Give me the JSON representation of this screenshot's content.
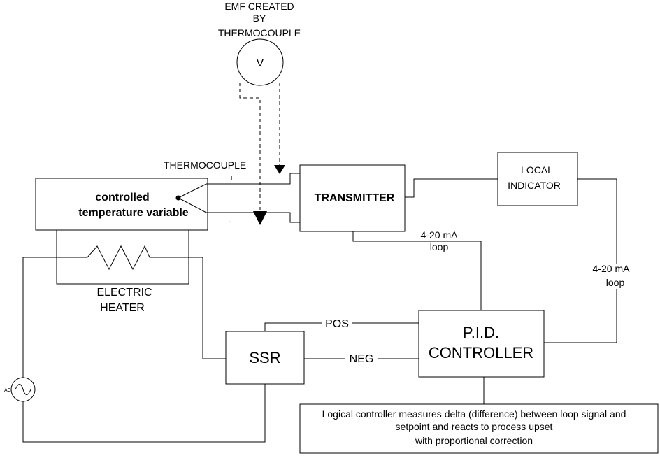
{
  "meter": {
    "label_lines": [
      "EMF CREATED",
      "BY",
      "THERMOCOUPLE"
    ],
    "symbol": "V"
  },
  "thermocouple": {
    "label": "THERMOCOUPLE",
    "plus": "+",
    "minus": "-"
  },
  "process_box": {
    "lines": [
      "controlled",
      "temperature variable"
    ]
  },
  "transmitter": {
    "label": "TRANSMITTER"
  },
  "local_indicator": {
    "lines": [
      "LOCAL",
      "INDICATOR"
    ]
  },
  "loop_left": {
    "lines": [
      "4-20 mA",
      "loop"
    ]
  },
  "loop_right": {
    "lines": [
      "4-20 mA",
      "loop"
    ]
  },
  "heater": {
    "lines": [
      "ELECTRIC",
      "HEATER"
    ]
  },
  "pid": {
    "lines": [
      "P.I.D.",
      "CONTROLLER"
    ]
  },
  "ssr": {
    "label": "SSR"
  },
  "signals": {
    "pos": "POS",
    "neg": "NEG"
  },
  "ac_source": {
    "label": "AC"
  },
  "note": {
    "lines": [
      "Logical controller measures delta (difference) between loop signal and",
      "setpoint and reacts to process upset",
      "with proportional correction"
    ]
  }
}
